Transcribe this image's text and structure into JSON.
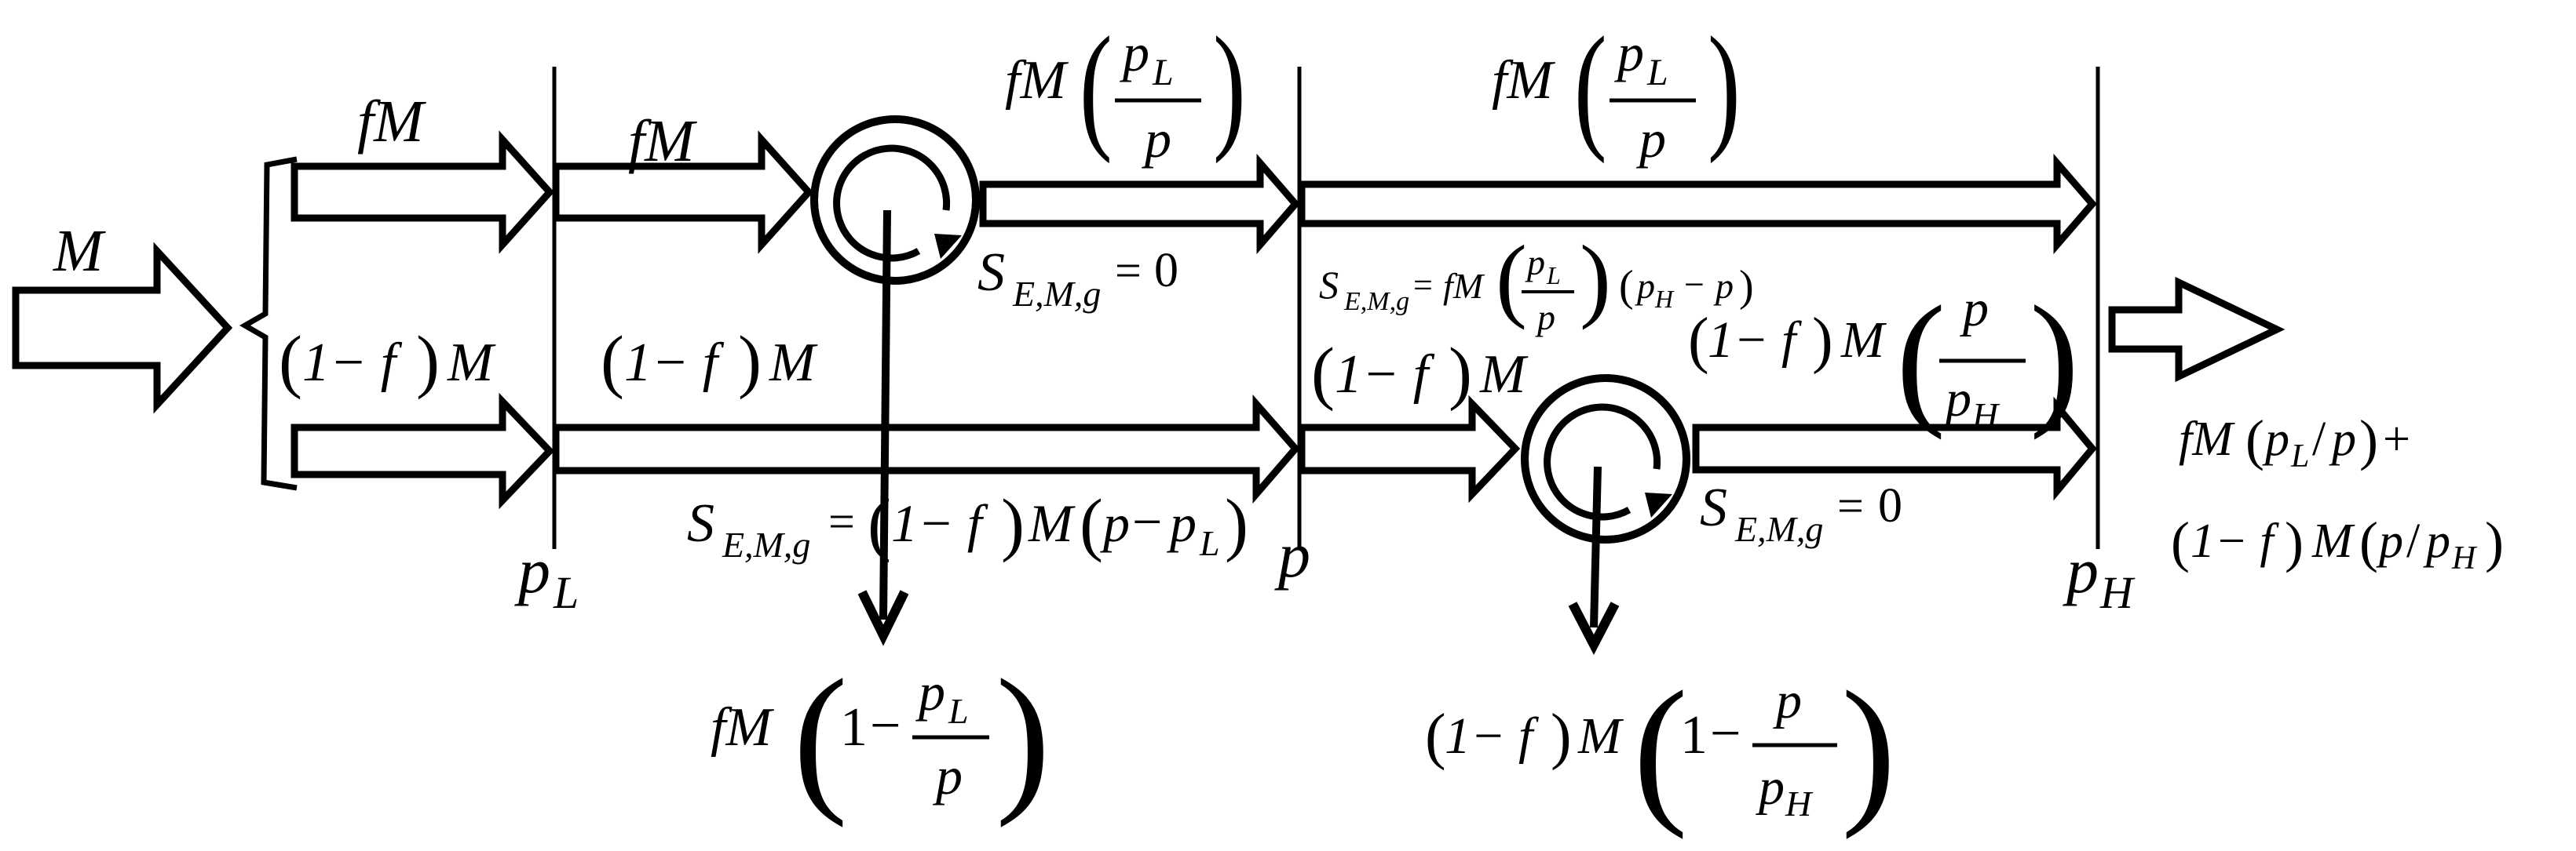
{
  "labels": {
    "M": "M",
    "f": "f",
    "p_L": "p",
    "p": "p",
    "p_H": "p",
    "L": "L",
    "H": "H",
    "S": "S",
    "S_sub": "E,M,g",
    "eq": "=",
    "zero": "0",
    "one": "1",
    "minus": "−",
    "plus": "+",
    "one_minus_f": "1− f",
    "fM": "fM",
    "slash": "/"
  }
}
